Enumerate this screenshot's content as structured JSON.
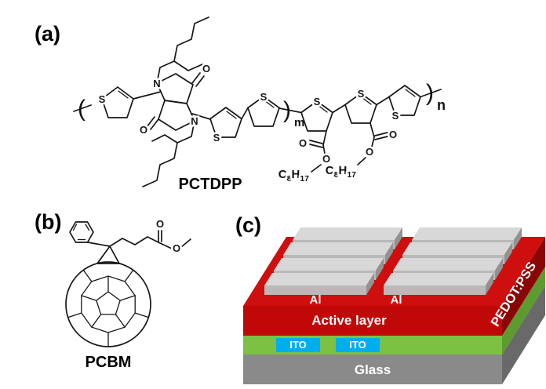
{
  "panel_labels": {
    "a": "(a)",
    "b": "(b)",
    "c": "(c)"
  },
  "molecule_a": {
    "name": "PCTDPP",
    "atom_s": "S",
    "atom_o": "O",
    "atom_n": "N",
    "bracket_open": "(",
    "bracket_close": ")",
    "sub_m": "m",
    "sub_n": "n",
    "alkyl": {
      "c": "C",
      "c_sub": "8",
      "h": "H",
      "h_sub": "17"
    }
  },
  "molecule_b": {
    "name": "PCBM",
    "atom_o": "O"
  },
  "device": {
    "al_label_left": "Al",
    "al_label_right": "Al",
    "active_layer_label": "Active layer",
    "ito_label_left": "ITO",
    "ito_label_right": "ITO",
    "pedot_label": "PEDOT:PSS",
    "glass_label": "Glass",
    "colors": {
      "active_front": "#c00808",
      "active_side": "#8a0505",
      "active_top": "#cf0e0e",
      "pedot_front": "#7cc142",
      "pedot_side": "#5d9a2f",
      "ito": "#00aeef",
      "glass_front": "#8a8a8a",
      "glass_side": "#696969",
      "al_front": "#b9b9b9",
      "al_top": "#d8d8d8",
      "al_side": "#929292"
    }
  }
}
